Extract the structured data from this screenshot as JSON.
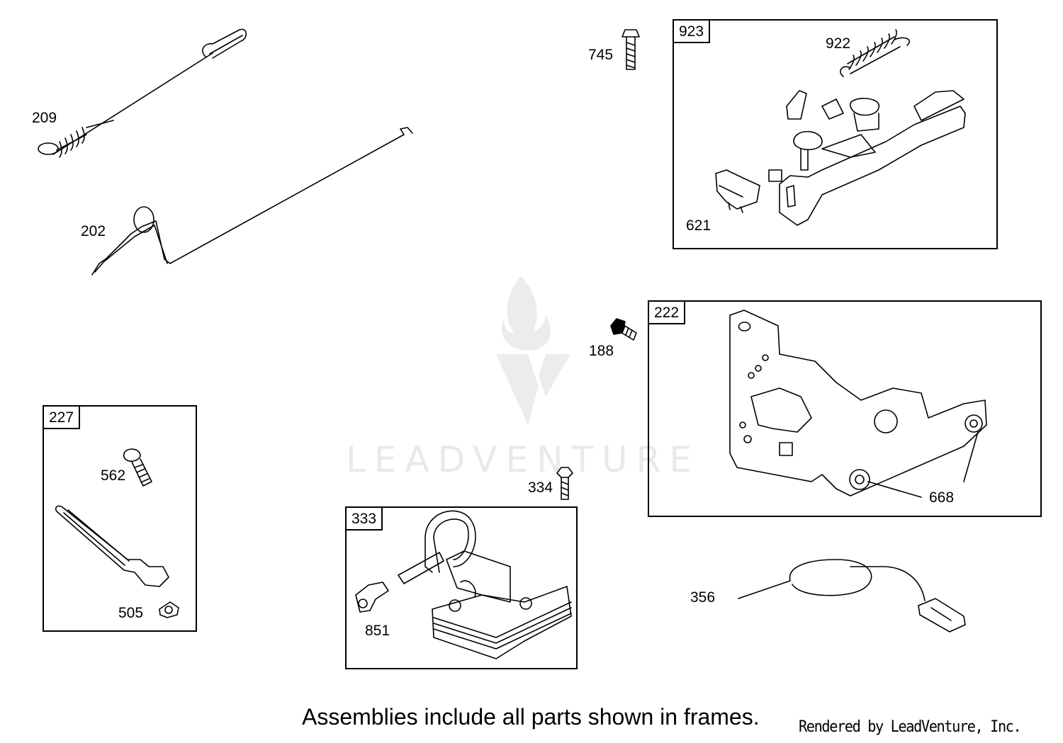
{
  "callouts": {
    "p209": "209",
    "p202": "202",
    "p745": "745",
    "p922": "922",
    "p621": "621",
    "p188": "188",
    "p668": "668",
    "p562": "562",
    "p505": "505",
    "p334": "334",
    "p851": "851",
    "p356": "356"
  },
  "frames": {
    "f923": "923",
    "f222": "222",
    "f227": "227",
    "f333": "333"
  },
  "watermark": {
    "text": "LEADVENTURE",
    "icon": "leadventure-flame-logo"
  },
  "footer": {
    "note": "Assemblies include all parts shown in frames.",
    "credit": "Rendered by LeadVenture, Inc."
  }
}
